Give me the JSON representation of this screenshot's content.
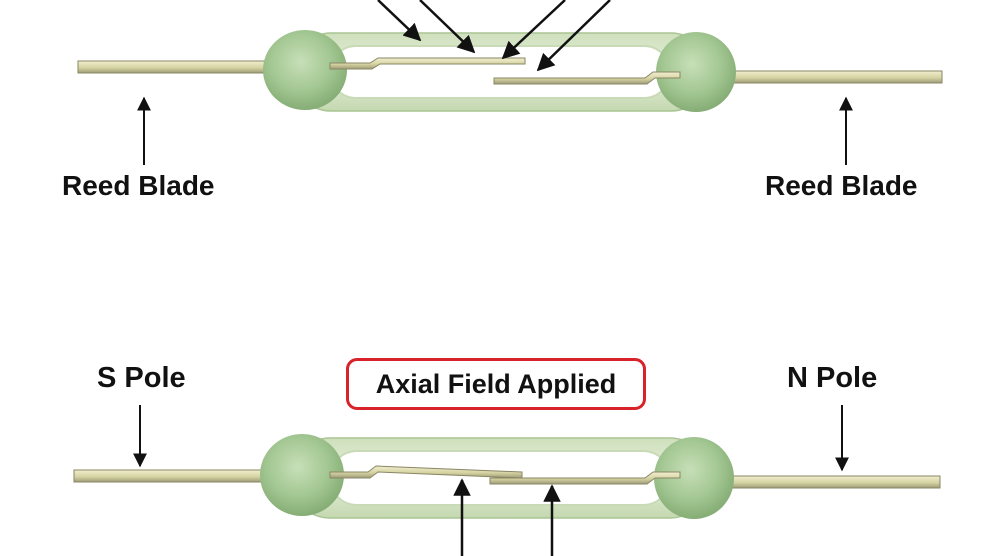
{
  "labels": {
    "reed_left": "Reed Blade",
    "reed_right": "Reed Blade",
    "s_pole": "S Pole",
    "n_pole": "N Pole",
    "axial_field": "Axial Field Applied"
  },
  "colors": {
    "glass": "#dce9cb",
    "glass_edge": "#b9cfa6",
    "seal": "#9cc28c",
    "lead": "#d9d6a8",
    "lead_edge": "#8a8766",
    "field_box": "#d8232a",
    "text": "#111111"
  }
}
